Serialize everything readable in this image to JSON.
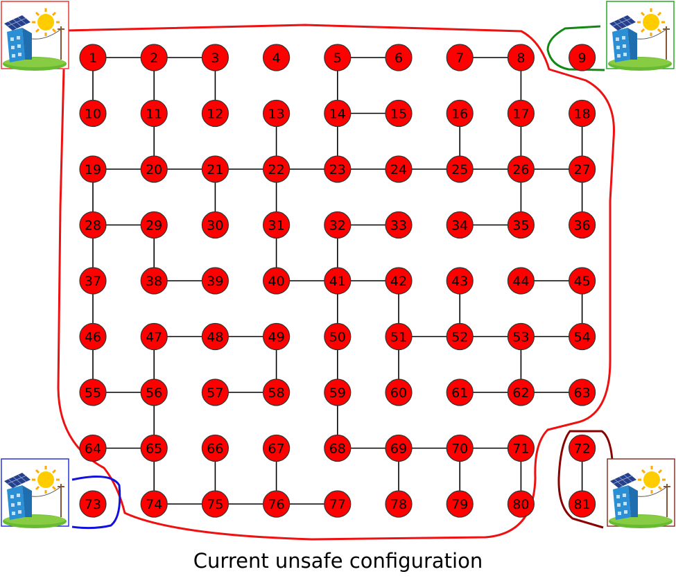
{
  "caption": "Current unsafe configuration",
  "nodes": [
    1,
    2,
    3,
    4,
    5,
    6,
    7,
    8,
    9,
    10,
    11,
    12,
    13,
    14,
    15,
    16,
    17,
    18,
    19,
    20,
    21,
    22,
    23,
    24,
    25,
    26,
    27,
    28,
    29,
    30,
    31,
    32,
    33,
    34,
    35,
    36,
    37,
    38,
    39,
    40,
    41,
    42,
    43,
    44,
    45,
    46,
    47,
    48,
    49,
    50,
    51,
    52,
    53,
    54,
    55,
    56,
    57,
    58,
    59,
    60,
    61,
    62,
    63,
    64,
    65,
    66,
    67,
    68,
    69,
    70,
    71,
    72,
    73,
    74,
    75,
    76,
    77,
    78,
    79,
    80,
    81
  ],
  "edges": [
    [
      1,
      2
    ],
    [
      2,
      3
    ],
    [
      5,
      6
    ],
    [
      7,
      8
    ],
    [
      1,
      10
    ],
    [
      2,
      11
    ],
    [
      3,
      12
    ],
    [
      5,
      14
    ],
    [
      8,
      17
    ],
    [
      14,
      15
    ],
    [
      11,
      20
    ],
    [
      13,
      22
    ],
    [
      14,
      23
    ],
    [
      16,
      25
    ],
    [
      17,
      26
    ],
    [
      18,
      27
    ],
    [
      19,
      20
    ],
    [
      20,
      21
    ],
    [
      21,
      22
    ],
    [
      22,
      23
    ],
    [
      23,
      24
    ],
    [
      24,
      25
    ],
    [
      25,
      26
    ],
    [
      26,
      27
    ],
    [
      19,
      28
    ],
    [
      21,
      30
    ],
    [
      22,
      31
    ],
    [
      26,
      35
    ],
    [
      27,
      36
    ],
    [
      28,
      29
    ],
    [
      32,
      33
    ],
    [
      34,
      35
    ],
    [
      28,
      37
    ],
    [
      29,
      38
    ],
    [
      31,
      40
    ],
    [
      32,
      41
    ],
    [
      38,
      39
    ],
    [
      40,
      41
    ],
    [
      41,
      42
    ],
    [
      44,
      45
    ],
    [
      37,
      46
    ],
    [
      41,
      50
    ],
    [
      42,
      51
    ],
    [
      43,
      52
    ],
    [
      45,
      54
    ],
    [
      47,
      48
    ],
    [
      48,
      49
    ],
    [
      51,
      52
    ],
    [
      52,
      53
    ],
    [
      53,
      54
    ],
    [
      46,
      55
    ],
    [
      47,
      56
    ],
    [
      49,
      58
    ],
    [
      50,
      59
    ],
    [
      51,
      60
    ],
    [
      53,
      62
    ],
    [
      55,
      56
    ],
    [
      57,
      58
    ],
    [
      61,
      62
    ],
    [
      62,
      63
    ],
    [
      56,
      65
    ],
    [
      59,
      68
    ],
    [
      64,
      65
    ],
    [
      68,
      69
    ],
    [
      69,
      70
    ],
    [
      70,
      71
    ],
    [
      65,
      74
    ],
    [
      66,
      75
    ],
    [
      67,
      76
    ],
    [
      69,
      78
    ],
    [
      70,
      79
    ],
    [
      71,
      80
    ],
    [
      72,
      81
    ],
    [
      74,
      75
    ],
    [
      75,
      76
    ],
    [
      76,
      77
    ]
  ],
  "colors": {
    "node_fill": "#ff0000",
    "node_stroke": "#333333",
    "edge": "#000000",
    "region_main": "#ee1111",
    "region_green": "#118811",
    "region_blue": "#1111dd",
    "region_darkred": "#880000"
  },
  "sources": [
    {
      "name": "source-top-left",
      "frame_color": "#ee3333"
    },
    {
      "name": "source-top-right",
      "frame_color": "#22aa22"
    },
    {
      "name": "source-bottom-left",
      "frame_color": "#2233dd"
    },
    {
      "name": "source-bottom-right",
      "frame_color": "#883322"
    }
  ]
}
